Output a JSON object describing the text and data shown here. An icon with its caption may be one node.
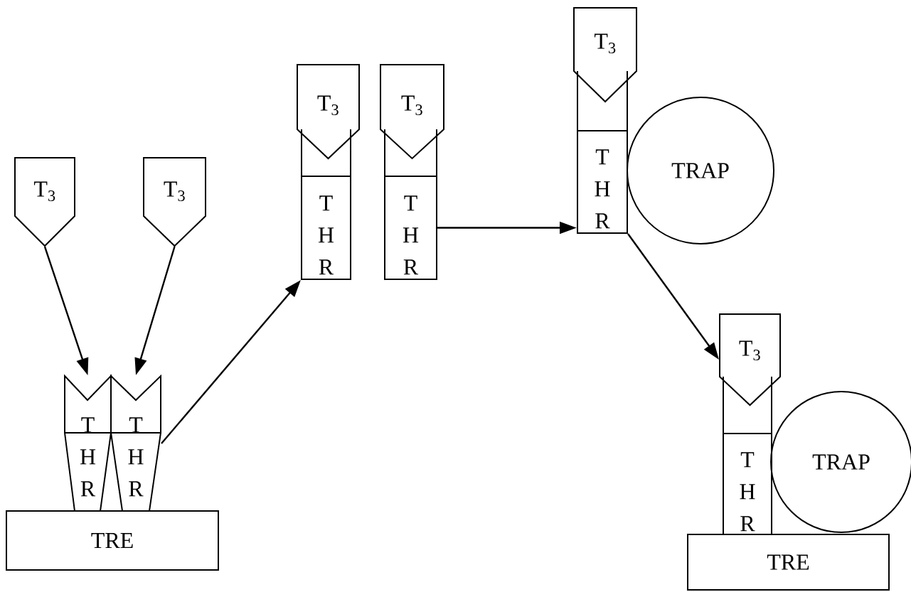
{
  "diagram": {
    "nodes": [
      {
        "text": [
          "T$_{3}$"
        ]
      },
      {
        "text": [
          "T$_{3}$"
        ]
      },
      {
        "text": [
          "T H R"
        ]
      },
      {
        "text": [
          "T H R"
        ]
      },
      {
        "text": [
          "TRE"
        ]
      },
      {
        "text": [
          "T$_{3}$"
        ]
      },
      {
        "text": [
          "T H R"
        ]
      },
      {
        "text": [
          "T$_{3}$"
        ]
      },
      {
        "text": [
          "T H R"
        ]
      },
      {
        "text": [
          "T$_{3}$"
        ]
      },
      {
        "text": [
          "T H R"
        ]
      },
      {
        "text": [
          "TRAP"
        ]
      },
      {
        "text": [
          "T$_{3}$"
        ]
      },
      {
        "text": [
          "T H R"
        ]
      },
      {
        "text": [
          "TRAP"
        ]
      },
      {
        "text": [
          "TRE"
        ]
      }
    ],
    "edges": [
      {
        "from": 0,
        "to": 2,
        "arrow": "to"
      },
      {
        "from": 1,
        "to": 3,
        "arrow": "to"
      },
      {
        "from": 3,
        "to": 6,
        "arrow": "to"
      },
      {
        "from": 8,
        "to": 10,
        "arrow": "to"
      },
      {
        "from": 10,
        "to": 12,
        "arrow": "to"
      }
    ]
  }
}
